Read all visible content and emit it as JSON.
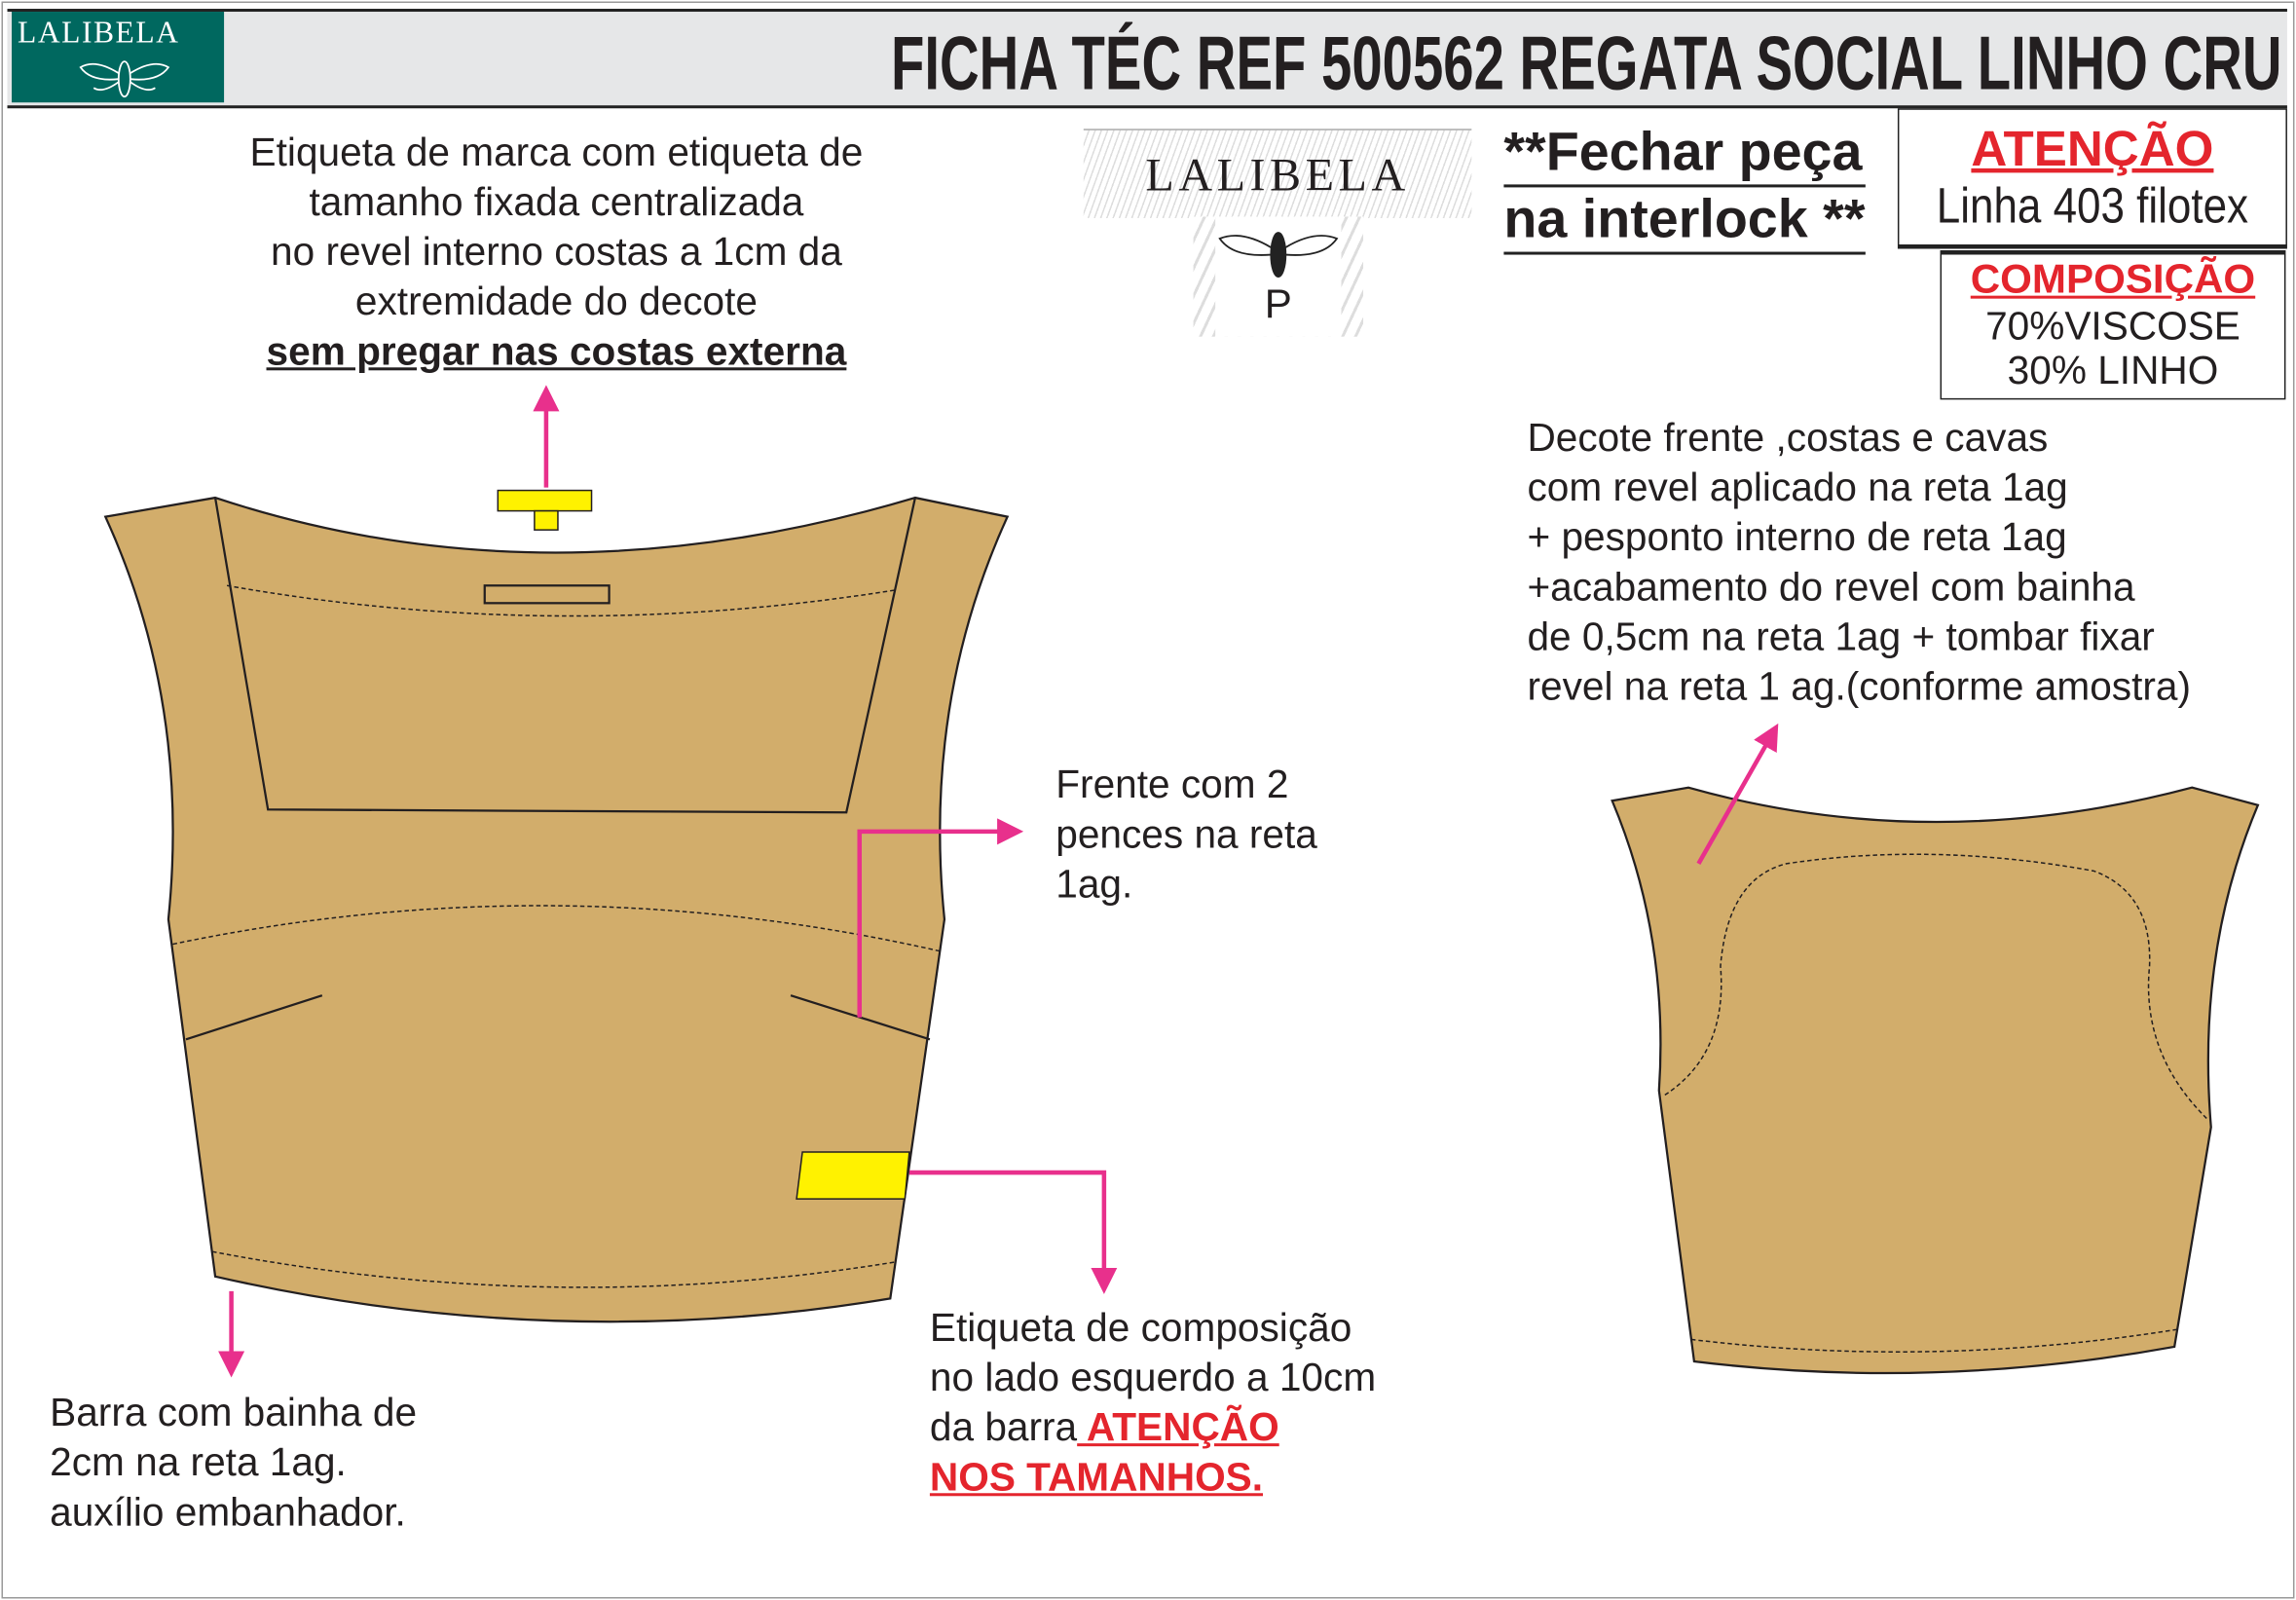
{
  "header": {
    "brand": "LALIBELA",
    "title": "FICHA TÉC REF 500562 REGATA SOCIAL LINHO CRU"
  },
  "brand_tag": {
    "brand": "LALIBELA",
    "size": "P"
  },
  "notes": {
    "brand_label": [
      "Etiqueta de marca com etiqueta de",
      "tamanho fixada centralizada",
      "no revel interno costas a 1cm da",
      "extremidade do decote"
    ],
    "brand_label_emphasis": "sem pregar nas costas externa",
    "close_piece": [
      "**Fechar peça",
      "na interlock **"
    ],
    "attention": {
      "heading": "ATENÇÃO",
      "text": "Linha 403 filotex"
    },
    "composition": {
      "heading": "COMPOSIÇÃO",
      "lines": [
        "70%VISCOSE",
        "30% LINHO"
      ]
    },
    "neckline": [
      "Decote frente ,costas e cavas",
      "com revel aplicado na reta 1ag",
      "+ pesponto interno de reta 1ag",
      "+acabamento do revel com bainha",
      "de 0,5cm na reta 1ag + tombar fixar",
      "revel na reta 1 ag.(conforme amostra)"
    ],
    "front_darts": [
      "Frente com 2",
      "pences na reta",
      "1ag."
    ],
    "composition_label": [
      "Etiqueta de composição",
      "no lado esquerdo a 10cm",
      "da barra"
    ],
    "composition_label_warning": [
      " ATENÇÃO ",
      "NOS TAMANHOS."
    ],
    "hem": [
      "Barra com bainha de",
      "2cm na reta 1ag.",
      "auxílio embanhador."
    ]
  },
  "colors": {
    "fabric": "#d2ad6b",
    "arrow": "#e8308c",
    "label": "#fff200",
    "brand_green": "#00685f",
    "warning": "#e4252d"
  }
}
